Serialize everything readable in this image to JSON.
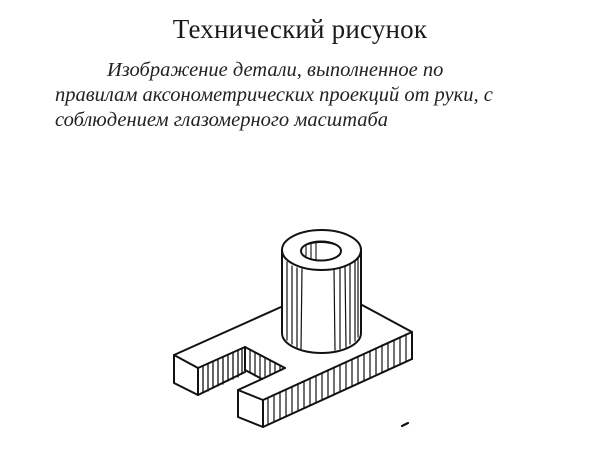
{
  "slide": {
    "title": "Технический рисунок",
    "definition": {
      "lines": [
        "Изображение детали, выполненное по",
        "правилам аксонометрических проекций от руки, с",
        "соблюдением глазомерного масштаба"
      ]
    },
    "illustration": {
      "subject": "hand-drawn-axonometric-part",
      "description": "Fork-shaped base plate with a slot and a hollow cylindrical boss, hatched sketch",
      "line_color": "#111111",
      "background_color": "#ffffff"
    }
  }
}
